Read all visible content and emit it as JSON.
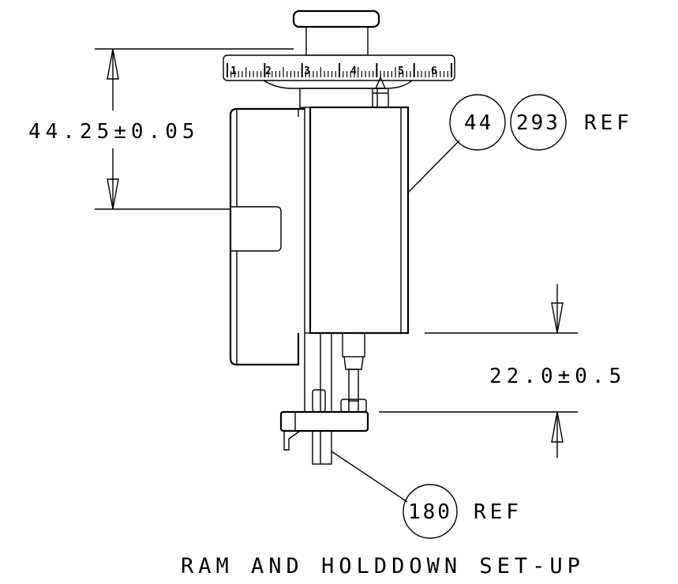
{
  "title": "RAM AND HOLDDOWN SET-UP",
  "dimensions": {
    "upper": "44.25±0.05",
    "lower": "22.0±0.5"
  },
  "balloons": {
    "b1": "44",
    "b2": "293",
    "b3": "180"
  },
  "ref_labels": {
    "top": "REF",
    "bottom": "REF"
  },
  "dial": {
    "numbers": [
      "1",
      "2",
      "3",
      "4",
      "5",
      "6"
    ]
  }
}
